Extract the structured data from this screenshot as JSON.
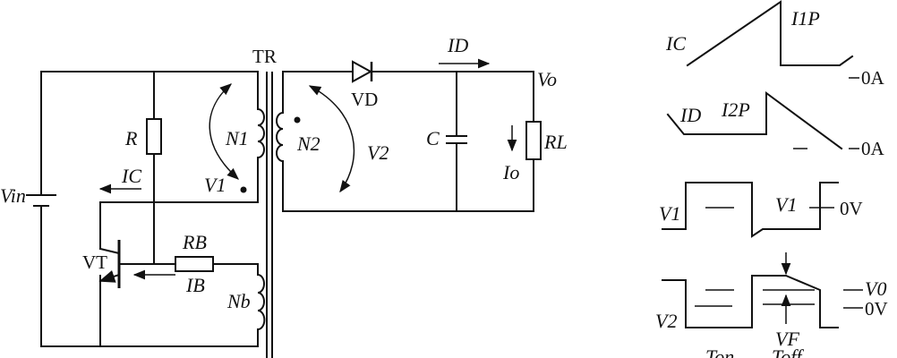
{
  "circuit": {
    "transformer": "TR",
    "resistor": "R",
    "base_resistor": "RB",
    "transistor": "VT",
    "diode": "VD",
    "capacitor": "C",
    "load": "RL",
    "input_voltage": "Vin",
    "output_voltage": "Vo",
    "primary_winding": "N1",
    "secondary_winding": "N2",
    "feedback_winding": "Nb",
    "primary_voltage": "V1",
    "secondary_voltage": "V2",
    "collector_current": "IC",
    "base_current": "IB",
    "diode_current": "ID",
    "output_current": "Io"
  },
  "waveforms": {
    "ic": {
      "label": "IC",
      "peak": "I1P",
      "zero": "0A"
    },
    "id": {
      "label": "ID",
      "peak": "I2P",
      "zero": "0A"
    },
    "v1": {
      "label_left": "V1",
      "label_right": "V1",
      "zero": "0V"
    },
    "v2": {
      "label": "V2",
      "level_vo": "V0",
      "zero": "0V",
      "forward": "VF"
    },
    "time": {
      "t_on": "Ton",
      "t_off": "Toff"
    }
  }
}
